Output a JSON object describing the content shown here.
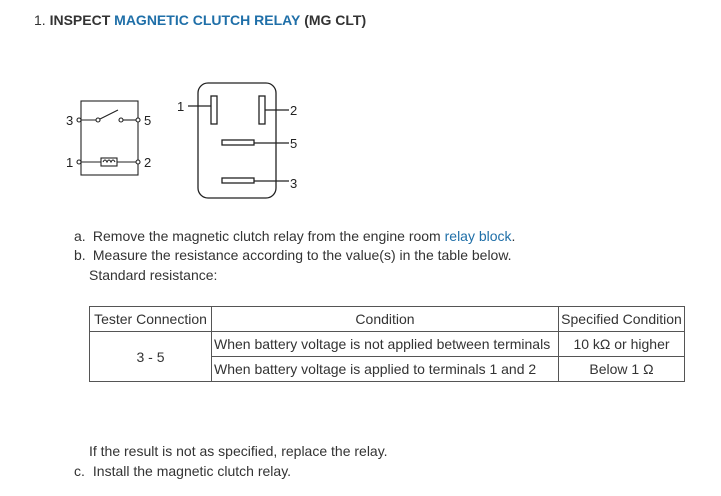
{
  "heading": {
    "number": "1.",
    "prefix": "INSPECT",
    "link": "MAGNETIC CLUTCH RELAY",
    "suffix": "(MG CLT)"
  },
  "diagram": {
    "schematic_labels": {
      "t3": "3",
      "t5": "5",
      "t1": "1",
      "t2": "2"
    },
    "relay_labels": {
      "t1": "1",
      "t2": "2",
      "t5": "5",
      "t3": "3"
    }
  },
  "steps": {
    "a_marker": "a.",
    "a_text": "Remove the magnetic clutch relay from the engine room",
    "a_link": "relay block",
    "a_end": ".",
    "b_marker": "b.",
    "b_text": "Measure the resistance according to the value(s) in the table below.",
    "standard": "Standard resistance:",
    "result_note": "If the result is not as specified, replace the relay.",
    "c_marker": "c.",
    "c_text": "Install the magnetic clutch relay."
  },
  "table": {
    "headers": [
      "Tester Connection",
      "Condition",
      "Specified Condition"
    ],
    "connection": "3 - 5",
    "rows": [
      {
        "condition": "When battery voltage is not applied between terminals",
        "spec": "10 kΩ or higher"
      },
      {
        "condition": "When battery voltage is applied to terminals 1 and 2",
        "spec": "Below 1 Ω"
      }
    ]
  }
}
